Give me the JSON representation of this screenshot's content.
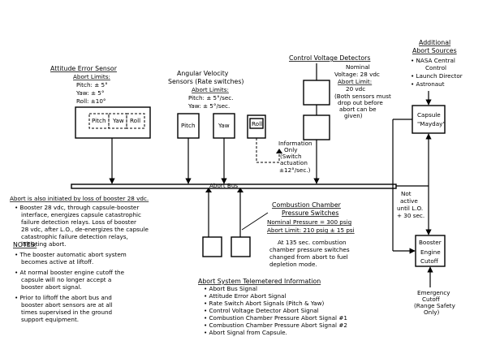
{
  "attitude": {
    "title": "Attitude Error Sensor",
    "limits_label": "Abort Limits:",
    "pitch": "Pitch: ± 5°",
    "yaw": "Yaw: ± 5°",
    "roll": "Roll: ±10°",
    "box_pitch": "Pitch",
    "box_yaw": "Yaw",
    "box_roll": "Roll"
  },
  "angular": {
    "title1": "Angular Velocity",
    "title2": "Sensors (Rate switches)",
    "limits_label": "Abort Limits:",
    "pitch": "Pitch: ± 5°/sec.",
    "yaw": "Yaw: ± 5°/sec.",
    "box_pitch": "Pitch",
    "box_yaw": "Yaw",
    "box_roll": "Roll",
    "info": [
      "Information",
      "Only",
      "(Switch",
      "actuation",
      "±12°/sec.)"
    ]
  },
  "control_voltage": {
    "title": "Control Voltage Detectors",
    "nominal_label": "Nominal",
    "nominal_value": "Voltage: 28 vdc",
    "limit": "Abort Limit:",
    "limit_value": "20 vdc",
    "note": [
      "(Both sensors must",
      "drop out before",
      "abort can be",
      "given)"
    ]
  },
  "additional": {
    "title1": "Additional",
    "title2": "Abort Sources",
    "items": [
      "• NASA Central",
      "Control",
      "• Launch Director",
      "• Astronaut"
    ]
  },
  "capsule": {
    "line1": "Capsule",
    "line2": "\"Mayday\""
  },
  "bus": {
    "label": "Abort Bus"
  },
  "not_active": [
    "Not",
    "active",
    "until L.O.",
    "+ 30 sec."
  ],
  "booster_cutoff": [
    "Booster",
    "Engine",
    "Cutoff"
  ],
  "emergency": [
    "Emergency",
    "Cutoff",
    "(Range Safety",
    "Only)"
  ],
  "abort_28vdc": {
    "lead": "Abort is also initiated by loss of booster 28 vdc.",
    "bullet": [
      "• Booster 28 vdc, through capsule-booster",
      "interface, energizes capsule catastrophic",
      "failure detection relays. Loss of booster",
      "28 vdc, after L.O., de-energizes the capsule",
      "catastrophic failure detection relays,",
      "initiating abort."
    ]
  },
  "notes": {
    "title": "NOTES:",
    "lines": [
      "• The booster automatic abort system",
      "becomes active at liftoff.",
      "• At normal booster engine cutoff the",
      "capsule will no longer accept a",
      "booster abort signal.",
      "• Prior to liftoff the abort bus and",
      "booster abort sensors are at all",
      "times supervised in the ground",
      "support equipment."
    ]
  },
  "combustion": {
    "title1": "Combustion Chamber",
    "title2": "Pressure Switches",
    "nominal": "Nominal Pressure = 300 psig",
    "limit": "Abort Limit: 210 psig ± 15 psi",
    "desc": [
      "At 135 sec. combustion",
      "chamber pressure switches",
      "changed from abort to fuel",
      "depletion mode."
    ]
  },
  "telemetry": {
    "title": "Abort System Telemetered Information",
    "items": [
      "• Abort Bus Signal",
      "• Attitude Error Abort Signal",
      "• Rate Switch Abort Signals (Pitch & Yaw)",
      "• Control Voltage Detector Abort Signal",
      "• Combustion Chamber Pressure Abort Signal #1",
      "• Combustion Chamber Pressure Abort Signal #2",
      "• Abort Signal from Capsule."
    ]
  }
}
